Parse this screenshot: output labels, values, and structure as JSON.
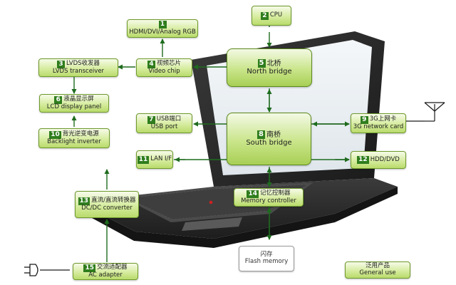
{
  "nodes": {
    "hdmi": {
      "number": "1",
      "label": "HDMI/DVI/Analog RGB"
    },
    "cpu": {
      "number": "2",
      "label": "CPU"
    },
    "lvds": {
      "number": "3",
      "label_cn": "LVDS收发器",
      "label_en": "LVDS transceiver"
    },
    "video": {
      "number": "4",
      "label_cn": "视频芯片",
      "label_en": "Video chip"
    },
    "north": {
      "number": "5",
      "label_cn": "北桥",
      "label_en": "North bridge"
    },
    "lcd": {
      "number": "6",
      "label_cn": "液晶显示屏",
      "label_en": "LCD display panel"
    },
    "usb": {
      "number": "7",
      "label_cn": "USB端口",
      "label_en": "USB port"
    },
    "south": {
      "number": "8",
      "label_cn": "南桥",
      "label_en": "South bridge"
    },
    "net3g": {
      "number": "9",
      "label_cn": "3G上网卡",
      "label_en": "3G network card"
    },
    "backlight": {
      "number": "10",
      "label_cn": "背光逆变电源",
      "label_en": "Backlight inverter"
    },
    "lan": {
      "number": "11",
      "label": "LAN I/F"
    },
    "hdd": {
      "number": "12",
      "label": "HDD/DVD"
    },
    "dcdc": {
      "number": "13",
      "label_cn": "直流/直流转换器",
      "label_en": "DC/DC converter"
    },
    "memctrl": {
      "number": "14",
      "label_cn": "记忆控制器",
      "label_en": "Memory controller"
    },
    "adapter": {
      "number": "15",
      "label_cn": "交流适配器",
      "label_en": "AC adapter"
    },
    "flash": {
      "label_cn": "闪存",
      "label_en": "Flash memory"
    },
    "general": {
      "label_cn": "泛用产品",
      "label_en": "General use"
    }
  },
  "colors": {
    "box_border": "#6f9a2c",
    "box_fill_top": "#f6fbe9",
    "box_fill_bottom": "#b9db6c",
    "number_badge": "#2f7d1d",
    "arrow": "#1e6b1e",
    "laptop_body": "#2b2b2b",
    "screen": "#e9eef2"
  },
  "icons": [
    "antenna-icon",
    "power-plug-icon",
    "laptop-illustration"
  ]
}
